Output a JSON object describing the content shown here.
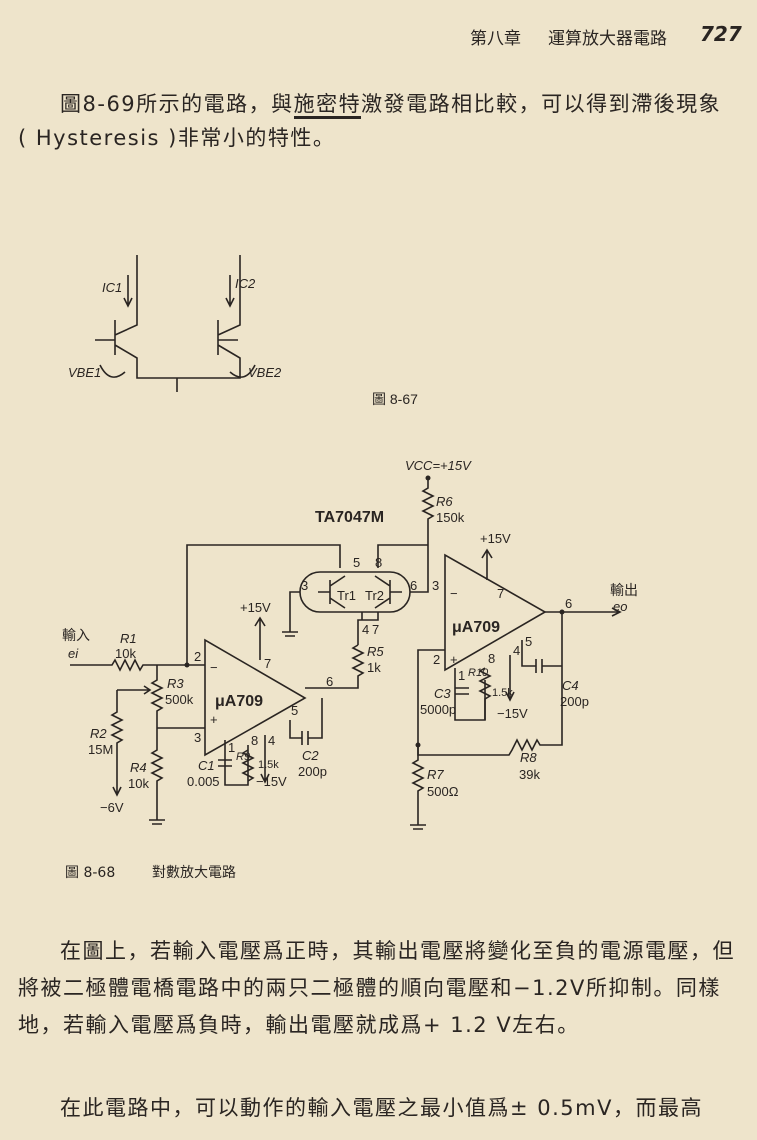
{
  "header": {
    "chapter": "第八章",
    "title": "運算放大器電路",
    "page_number": "727"
  },
  "paragraph1": {
    "line1_a": "圖8-69所示的電路，與",
    "line1_underlined": "施密特",
    "line1_b": "激發電路相比較，可以得到滯後現象",
    "line2": "( Hysteresis )非常小的特性。"
  },
  "figure_8_67": {
    "caption": "圖 8-67",
    "labels": {
      "ic1": "IC1",
      "ic2": "IC2",
      "vbe1": "VBE1",
      "vbe2": "VBE2"
    }
  },
  "figure_8_68": {
    "caption_number": "圖 8-68",
    "caption_title": "對數放大電路",
    "vcc": "VCC=+15V",
    "ic_name": "TA7047M",
    "tr1": "Tr1",
    "tr2": "Tr2",
    "opamp1": "μA709",
    "opamp2": "μA709",
    "input_label": "輸入",
    "input_symbol": "ei",
    "output_label": "輸出",
    "output_symbol": "eo",
    "supply_pos1": "+15V",
    "supply_pos2": "+15V",
    "supply_neg1": "−15V",
    "supply_neg2": "−15V",
    "bias": "−6V",
    "components": {
      "r1": {
        "name": "R1",
        "value": "10k"
      },
      "r2": {
        "name": "R2",
        "value": "15M"
      },
      "r3": {
        "name": "R3",
        "value": "500k"
      },
      "r4": {
        "name": "R4",
        "value": "10k"
      },
      "r5": {
        "name": "R5",
        "value": "1k"
      },
      "r6": {
        "name": "R6",
        "value": "150k"
      },
      "r7": {
        "name": "R7",
        "value": "500Ω"
      },
      "r8": {
        "name": "R8",
        "value": "39k"
      },
      "r9": {
        "name": "R9",
        "value": "1.5k"
      },
      "r10": {
        "name": "R10",
        "value": "1.5k"
      },
      "c1": {
        "name": "C1",
        "value": "0.005"
      },
      "c2": {
        "name": "C2",
        "value": "200p"
      },
      "c3": {
        "name": "C3",
        "value": "5000p"
      },
      "c4": {
        "name": "C4",
        "value": "200p"
      }
    },
    "pins": {
      "pair_5": "5",
      "pair_8": "8",
      "pair_3": "3",
      "pair_6": "6",
      "pair_4": "4",
      "pair_7": "7",
      "a1_2": "2",
      "a1_3": "3",
      "a1_6": "6",
      "a1_7": "7",
      "a1_1": "1",
      "a1_8": "8",
      "a1_4": "4",
      "a1_5": "5",
      "a2_3": "3",
      "a2_2": "2",
      "a2_6": "6",
      "a2_7": "7",
      "a2_1": "1",
      "a2_8": "8",
      "a2_4": "4",
      "a2_5": "5",
      "minus": "−",
      "plus": "+",
      "minus2": "−",
      "plus2": "+"
    }
  },
  "paragraph2": {
    "line1": "在圖上，若輸入電壓爲正時，其輸出電壓將變化至負的電源電壓，但",
    "line2": "將被二極體電橋電路中的兩只二極體的順向電壓和−1.2V所抑制。同樣",
    "line3": "地，若輸入電壓爲負時，輸出電壓就成爲+ 1.2 V左右。"
  },
  "paragraph3": {
    "line1": "在此電路中，可以動作的輸入電壓之最小值爲± 0.5mV，而最高"
  }
}
